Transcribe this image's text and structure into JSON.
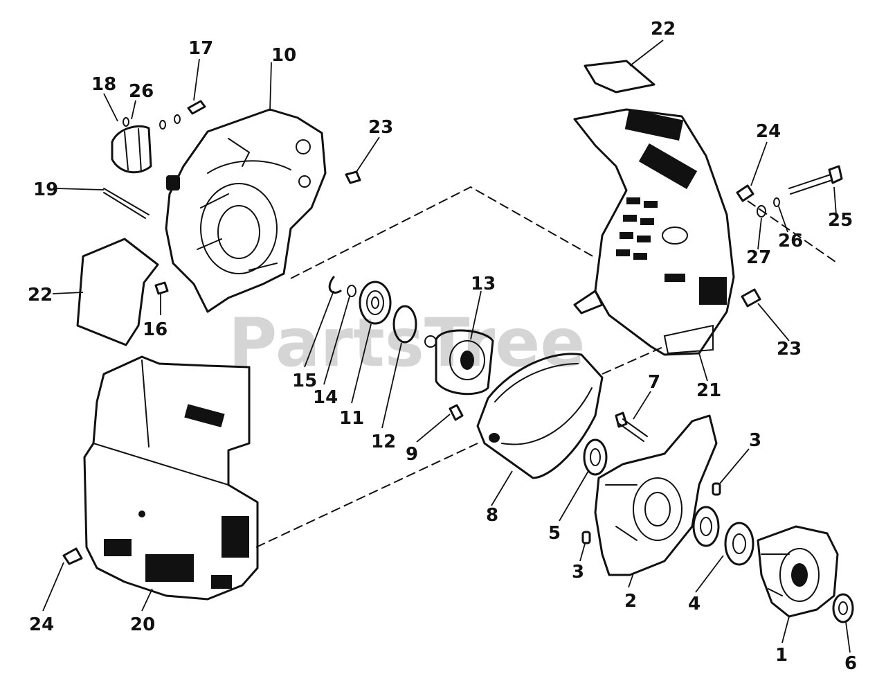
{
  "watermark": "PartsTree",
  "callouts": {
    "p1": "1",
    "p2": "2",
    "p3a": "3",
    "p3b": "3",
    "p4": "4",
    "p5": "5",
    "p6": "6",
    "p7": "7",
    "p8": "8",
    "p9": "9",
    "p10": "10",
    "p11": "11",
    "p12": "12",
    "p13": "13",
    "p14": "14",
    "p15": "15",
    "p16": "16",
    "p17": "17",
    "p18": "18",
    "p19": "19",
    "p20": "20",
    "p21": "21",
    "p22a": "22",
    "p22b": "22",
    "p23a": "23",
    "p23b": "23",
    "p24a": "24",
    "p24b": "24",
    "p25": "25",
    "p26a": "26",
    "p26b": "26",
    "p27": "27"
  }
}
